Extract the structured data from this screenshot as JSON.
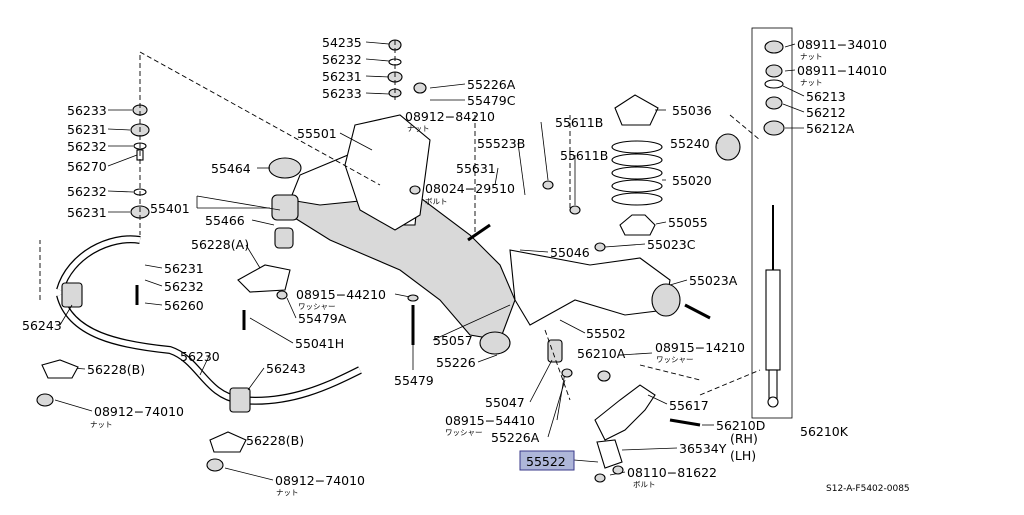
{
  "diagram": {
    "sheet_code": "S12-A-F5402-0085",
    "labels": {
      "p54235": "54235",
      "p56232a": "56232",
      "p56231a": "56231",
      "p56233a": "56233",
      "p55226a1": "55226A",
      "p55479c": "55479C",
      "p56233b": "56233",
      "p56231b": "56231",
      "p56232b": "56232",
      "p56270": "56270",
      "p56232c": "56232",
      "p56231c": "56231",
      "p55501": "55501",
      "p08912_84210": "08912−84210",
      "p55611b1": "55611B",
      "p55036": "55036",
      "p55523b": "55523B",
      "p55611b2": "55611B",
      "p55464": "55464",
      "p55631": "55631",
      "p55020": "55020",
      "p55240": "55240",
      "p08024_29510": "08024−29510",
      "p55401": "55401",
      "p55466": "55466",
      "p55055": "55055",
      "p56228a": "56228(A)",
      "p55046": "55046",
      "p55023c": "55023C",
      "p56231d": "56231",
      "p56232d": "56232",
      "p56260": "56260",
      "p55023a": "55023A",
      "p08915_44210": "08915−44210",
      "p55479a": "55479A",
      "p56243a": "56243",
      "p55041h": "55041H",
      "p55502": "55502",
      "p55057": "55057",
      "p56210a": "56210A",
      "p08915_14210": "08915−14210",
      "p56230": "56230",
      "p55226": "55226",
      "p56228b1": "56228(B)",
      "p56243b": "56243",
      "p55479": "55479",
      "p55047": "55047",
      "p55617": "55617",
      "p08912_74010a": "08912−74010",
      "p08915_54410": "08915−54410",
      "p56210d": "56210D",
      "p56210k": "56210K",
      "p55226a2": "55226A",
      "p36534y": "36534Y",
      "p_rh": "(RH)",
      "p_lh": "(LH)",
      "p56228b2": "56228(B)",
      "p55522": "55522",
      "p08110_81622": "08110−81622",
      "p08912_74010b": "08912−74010",
      "p08911_34010": "08911−34010",
      "p08911_14010": "08911−14010",
      "p56213": "56213",
      "p56212": "56212",
      "p56212a": "56212A"
    },
    "notes": {
      "nut": "ナット",
      "bolt": "ボルト",
      "washer": "ワッシャー"
    },
    "highlight_part": "55522",
    "highlight_color": "#aeb6d9"
  }
}
